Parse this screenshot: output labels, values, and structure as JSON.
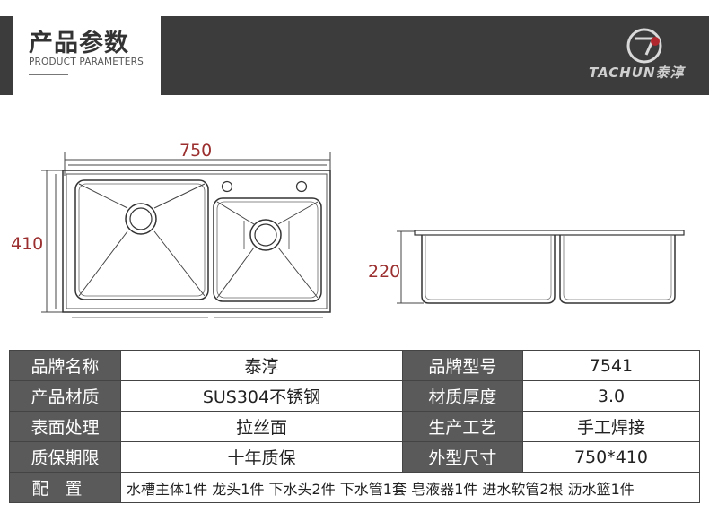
{
  "header": {
    "title_cn": "产品参数",
    "title_en": "PRODUCT PARAMETERS",
    "logo_text": "TACHUN泰淳"
  },
  "drawing": {
    "width_label": "750",
    "height_label": "410",
    "depth_label": "220"
  },
  "params": {
    "rows": [
      {
        "k1": "品牌名称",
        "v1": "泰淳",
        "k2": "品牌型号",
        "v2": "7541"
      },
      {
        "k1": "产品材质",
        "v1": "SUS304不锈钢",
        "k2": "材质厚度",
        "v2": "3.0"
      },
      {
        "k1": "表面处理",
        "v1": "拉丝面",
        "k2": "生产工艺",
        "v2": "手工焊接"
      },
      {
        "k1": "质保期限",
        "v1": "十年质保",
        "k2": "外型尺寸",
        "v2": "750*410"
      }
    ],
    "config_label": "配置",
    "config_value": "水槽主体1件 龙头1件 下水头2件 下水管1套 皂液器1件 进水软管2根 沥水篮1件"
  },
  "colors": {
    "header_dark": "#3c3c3c",
    "dimension_red": "#9b2f2f",
    "table_key_bg": "#5a5a5a"
  }
}
